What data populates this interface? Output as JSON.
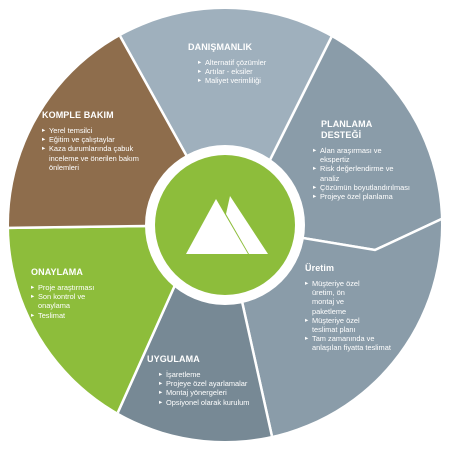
{
  "colors": {
    "brown": "#8e6d4c",
    "gray_light": "#9fb0bd",
    "gray_mid": "#8a9ca9",
    "gray_dark": "#778995",
    "green": "#8dbd3b",
    "center_ring": "#ffffff",
    "center_fill": "#8dbd3b"
  },
  "center": {
    "icon": "mountain-icon"
  },
  "segments": [
    {
      "id": "danismanlik",
      "title": "DANIŞMANLIK",
      "items": [
        "Alternatif çözümler",
        "Artılar - eksiler",
        "Maliyet verimliliği"
      ]
    },
    {
      "id": "planlama",
      "title_lines": [
        "PLANLAMA",
        "DESTEĞİ"
      ],
      "items": [
        "Alan araşırması ve ekspertiz",
        "Risk değerlendirme ve analiz",
        "Çözümün boyutlandırılması",
        "Projeye özel planlama"
      ]
    },
    {
      "id": "uretim",
      "title": "Üretim",
      "items": [
        "Müşteriye özel üretim, ön montaj ve paketleme",
        "Müşteriye özel teslimat planı",
        "Tam zamanında ve anlaşılan fiyatta teslimat"
      ]
    },
    {
      "id": "uygulama",
      "title": "UYGULAMA",
      "items": [
        "İşaretleme",
        "Projeye özel ayarlamalar",
        "Montaj yönergeleri",
        "Opsiyonel olarak kurulum"
      ]
    },
    {
      "id": "onaylama",
      "title": "ONAYLAMA",
      "items": [
        "Proje araştırması",
        "Son kontrol ve onaylama",
        "Teslimat"
      ]
    },
    {
      "id": "komple_bakim",
      "title": "KOMPLE BAKIM",
      "items": [
        "Yerel temsilci",
        "Eğitim ve çalıştaylar",
        "Kaza durumlarında çabuk inceleme ve önerilen bakım önlemleri"
      ]
    }
  ]
}
